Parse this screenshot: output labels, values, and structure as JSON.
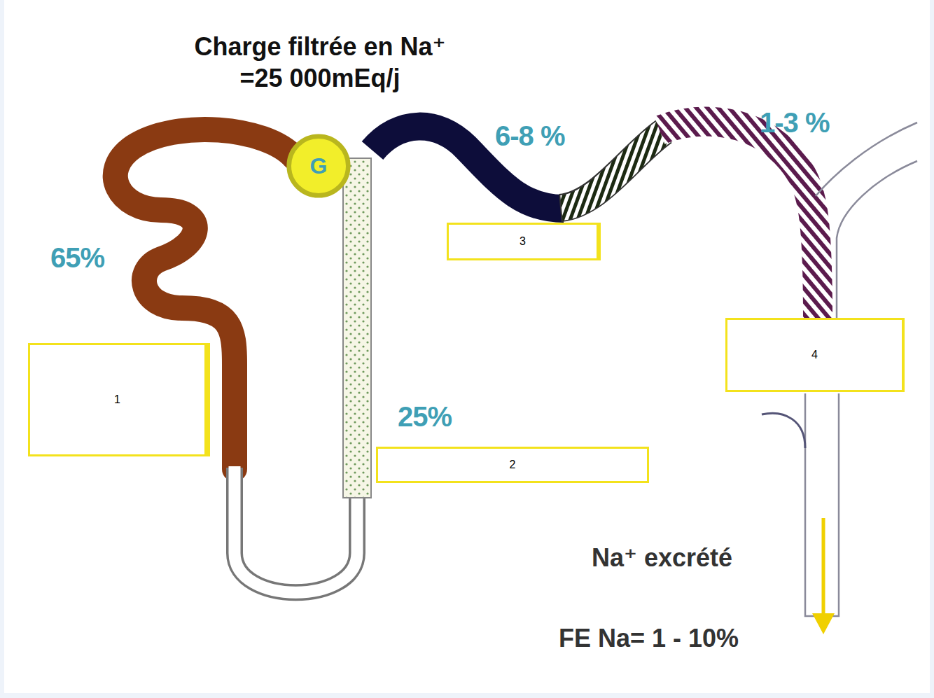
{
  "diagram": {
    "title": "Charge filtrée en Na⁺ =25 000mEq/j",
    "nodes": [
      {
        "text": [
          "G"
        ]
      },
      {
        "text": [
          "3"
        ]
      },
      {
        "text": [
          "4"
        ]
      },
      {
        "text": [
          "1"
        ]
      },
      {
        "text": [
          "2"
        ]
      }
    ],
    "labels": [
      "65%",
      "6-8 %",
      "1-3 %",
      "25%",
      "Na⁺ excrété",
      "FE Na= 1 - 10%"
    ]
  }
}
